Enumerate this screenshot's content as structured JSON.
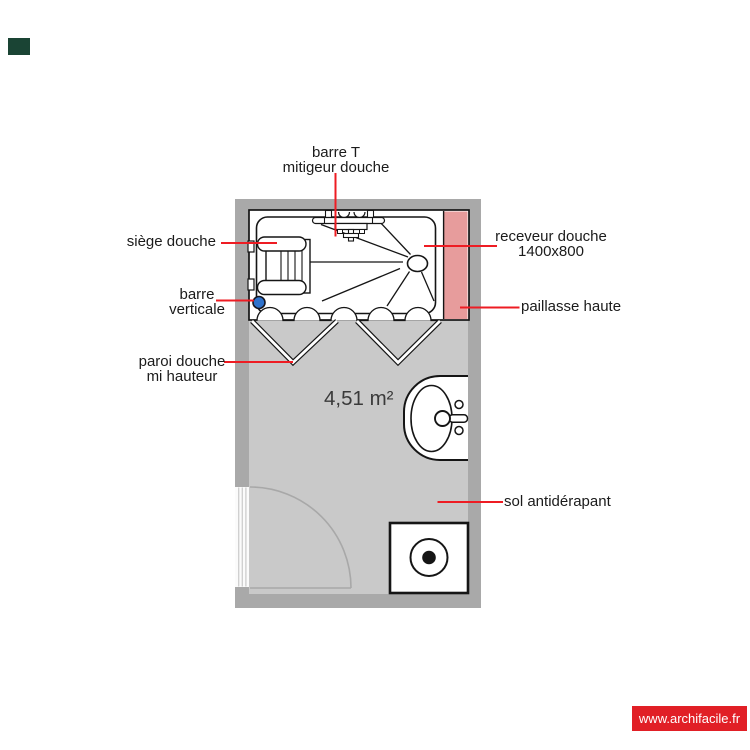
{
  "floorplan": {
    "area": "4,51 m²",
    "labels": {
      "barre_t_line1": "barre T",
      "barre_t_line2": "mitigeur douche",
      "siege": "siège douche",
      "barre_v_line1": "barre",
      "barre_v_line2": "verticale",
      "paroi_line1": "paroi douche",
      "paroi_line2": "mi hauteur",
      "receveur_line1": "receveur douche",
      "receveur_line2": "1400x800",
      "paillasse": "paillasse haute",
      "sol": "sol antidérapant"
    },
    "colors": {
      "wall_gray": "#a9a9a9",
      "floor_gray": "#c9c9c9",
      "shower_fill": "#ffffff",
      "paillasse_pink": "#e79c9c",
      "leader_red": "#ee1c23",
      "grab_bar_blue": "#2e72cc",
      "watermark_bg": "#e11f26",
      "corner_mark_green": "#1a4434"
    }
  },
  "watermark": {
    "text": "www.archifacile.fr"
  }
}
